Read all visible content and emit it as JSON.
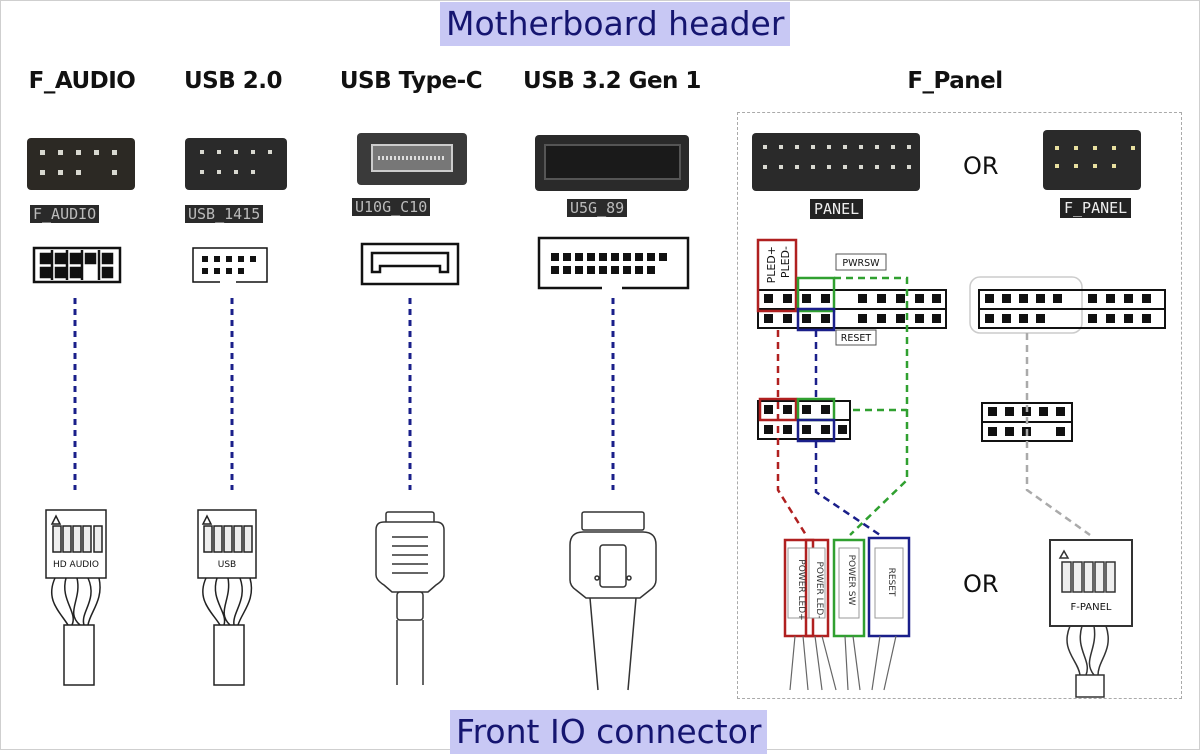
{
  "titles": {
    "top": "Motherboard header",
    "bottom": "Front IO connector"
  },
  "columns": [
    {
      "id": "f-audio",
      "title": "F_AUDIO",
      "pcb_label": "F_AUDIO",
      "connector_label": "HD AUDIO"
    },
    {
      "id": "usb2",
      "title": "USB 2.0",
      "pcb_label": "USB_1415",
      "connector_label": "USB"
    },
    {
      "id": "usb-c",
      "title": "USB Type-C",
      "pcb_label": "U10G_C10"
    },
    {
      "id": "usb32",
      "title": "USB 3.2 Gen 1",
      "pcb_label": "U5G_89"
    },
    {
      "id": "f-panel",
      "title": "F_Panel"
    }
  ],
  "fpanel": {
    "or_label": "OR",
    "pcb_label_left": "PANEL",
    "pcb_label_right": "F_PANEL",
    "pin_labels": {
      "pled_plus": "PLED+",
      "pled_minus": "PLED-",
      "pwrsw": "PWRSW",
      "reset": "RESET"
    },
    "connectors": [
      {
        "label": "POWER LED+",
        "color": "#b02020"
      },
      {
        "label": "POWER LED-",
        "color": "#b02020"
      },
      {
        "label": "POWER SW",
        "color": "#30a030"
      },
      {
        "label": "RESET",
        "color": "#1a1f8a"
      }
    ],
    "f_panel_connector_label": "F-PANEL"
  },
  "colors": {
    "title_band_bg": "#c8c8f4",
    "title_band_text": "#151570",
    "dotted_line": "#1a1f8a",
    "led": "#b02020",
    "power_sw": "#30a030",
    "reset": "#1a1f8a",
    "grey_line": "#aaaaaa"
  }
}
